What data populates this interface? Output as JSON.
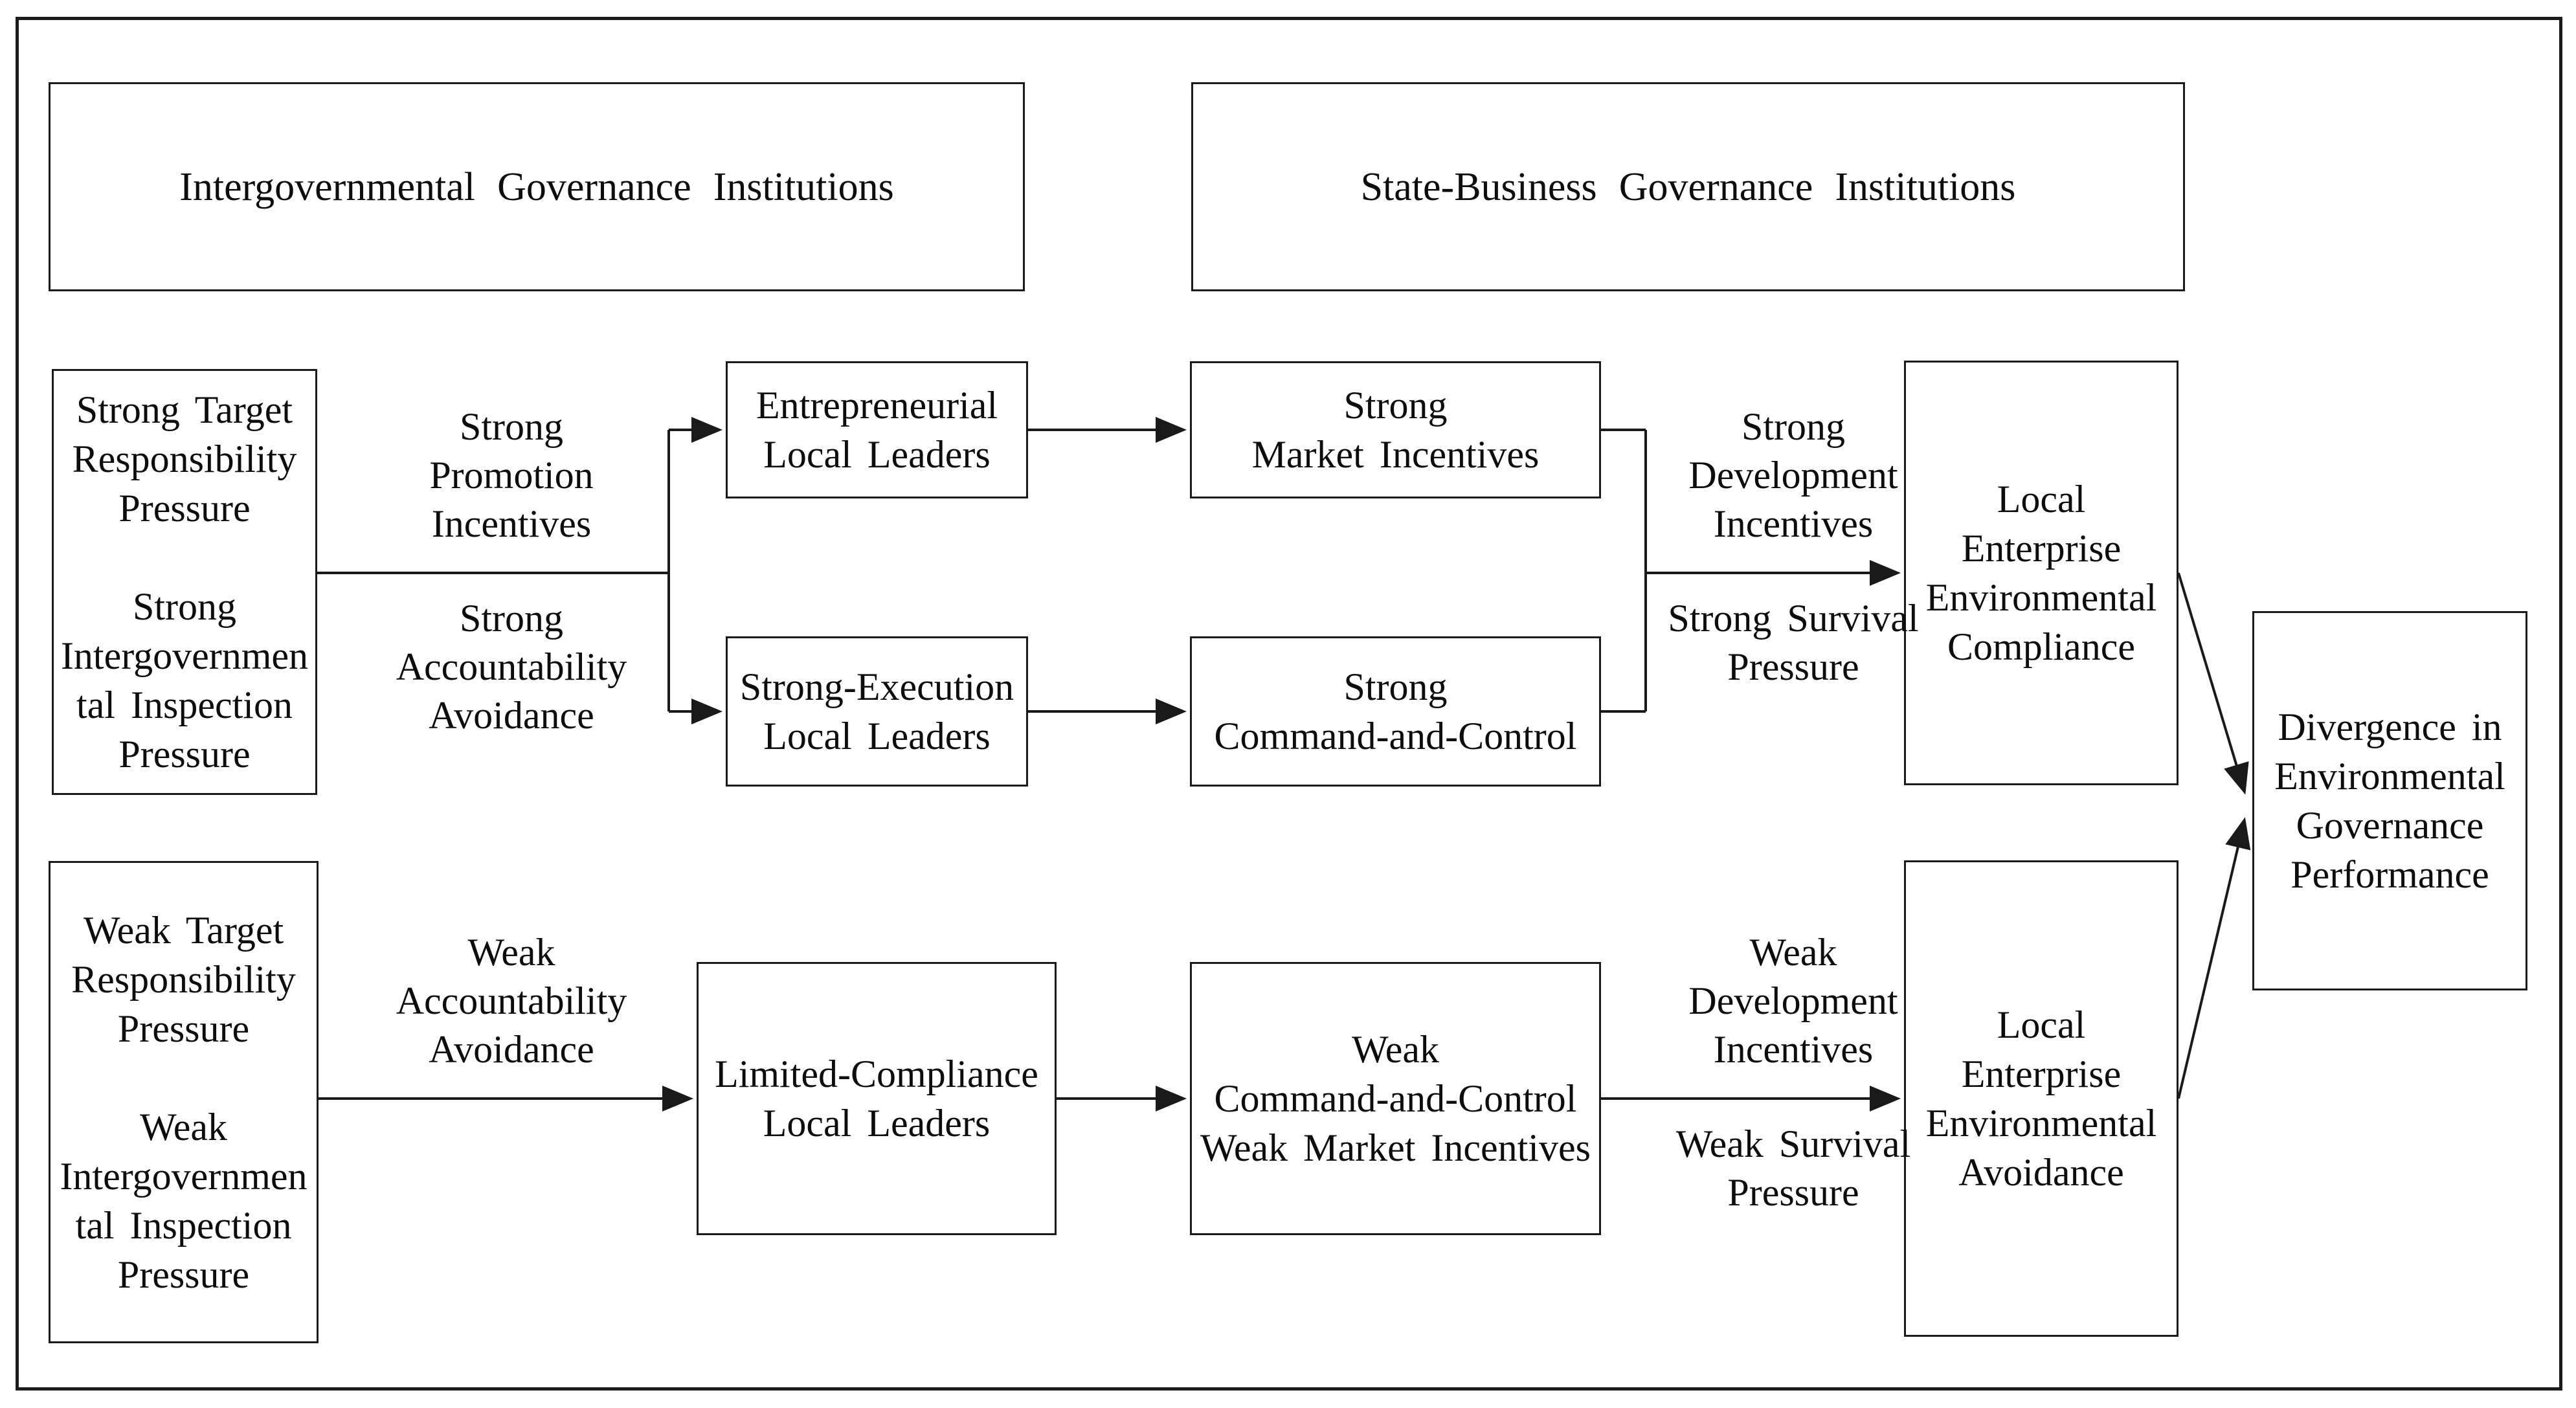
{
  "colors": {
    "background": "#ffffff",
    "line": "#1a1a1a",
    "text": "#0d0d0d"
  },
  "headers": {
    "intergovernmental": "Intergovernmental Governance Institutions",
    "state_business": "State-Business Governance Institutions"
  },
  "boxes": {
    "strong_pressure": "Strong Target\nResponsibility\nPressure\n\nStrong\nIntergovernmen\ntal Inspection\nPressure",
    "entrepreneurial": "Entrepreneurial\nLocal Leaders",
    "strong_market": "Strong\nMarket Incentives",
    "strong_execution": "Strong-Execution\nLocal Leaders",
    "strong_command": "Strong\nCommand-and-Control",
    "compliance": "Local\nEnterprise\nEnvironmental\nCompliance",
    "weak_pressure": "Weak Target\nResponsibility\nPressure\n\nWeak\nIntergovernmen\ntal Inspection\nPressure",
    "limited_compliance": "Limited-Compliance\nLocal Leaders",
    "weak_command": "Weak\nCommand-and-Control\nWeak Market Incentives",
    "avoidance": "Local\nEnterprise\nEnvironmental\nAvoidance",
    "divergence": "Divergence in\nEnvironmental\nGovernance\nPerformance"
  },
  "edge_labels": {
    "strong_promotion": "Strong\nPromotion\nIncentives",
    "strong_accountability": "Strong\nAccountability\nAvoidance",
    "strong_development": "Strong\nDevelopment\nIncentives",
    "strong_survival": "Strong Survival\nPressure",
    "weak_accountability": "Weak\nAccountability\nAvoidance",
    "weak_development": "Weak\nDevelopment\nIncentives",
    "weak_survival": "Weak Survival\nPressure"
  }
}
